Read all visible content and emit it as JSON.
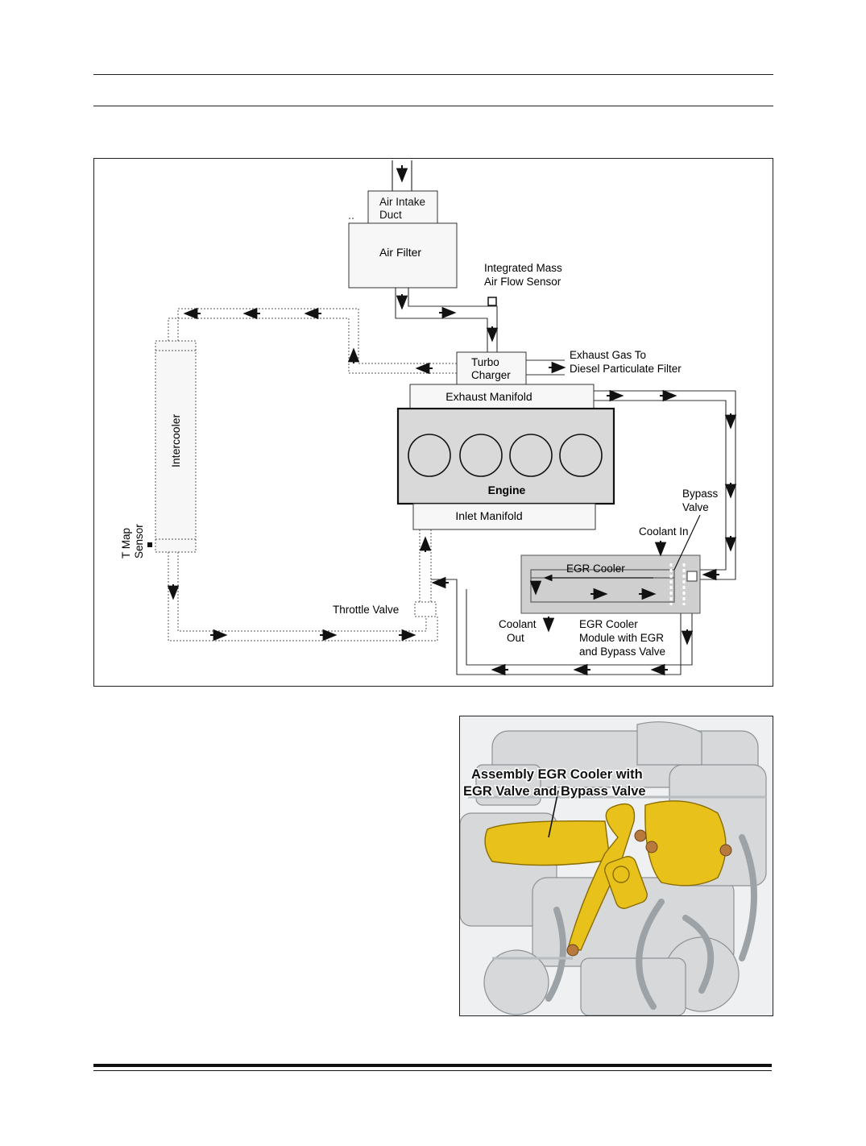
{
  "diagram": {
    "labels": {
      "air_intake_duct": [
        "Air Intake",
        "Duct"
      ],
      "air_filter": "Air Filter",
      "maf_sensor": [
        "Integrated Mass",
        "Air Flow Sensor"
      ],
      "turbo": [
        "Turbo",
        "Charger"
      ],
      "exhaust_to_dpf": [
        "Exhaust Gas To",
        "Diesel Particulate Filter"
      ],
      "exhaust_manifold": "Exhaust Manifold",
      "intercooler": "Intercooler",
      "engine": "Engine",
      "inlet_manifold": "Inlet Manifold",
      "bypass_valve": [
        "Bypass",
        "Valve"
      ],
      "coolant_in": "Coolant In",
      "tmap_sensor": [
        "T Map",
        "Sensor"
      ],
      "egr_cooler": "EGR Cooler",
      "throttle_valve": "Throttle Valve",
      "coolant_out": [
        "Coolant",
        "Out"
      ],
      "egr_module": [
        "EGR Cooler",
        "Module with EGR",
        "and Bypass Valve"
      ]
    },
    "colors": {
      "box_fill": "#f7f7f7",
      "engine_fill": "#d9d9d9",
      "egr_fill": "#cfcfcf",
      "line": "#333333"
    }
  },
  "photo": {
    "callout": [
      "Assembly EGR Cooler with",
      "EGR Valve and Bypass Valve"
    ],
    "colors": {
      "highlight": "#e8c21a",
      "engine_metal": "#d6d8da",
      "background": "#f2f2f2"
    }
  }
}
